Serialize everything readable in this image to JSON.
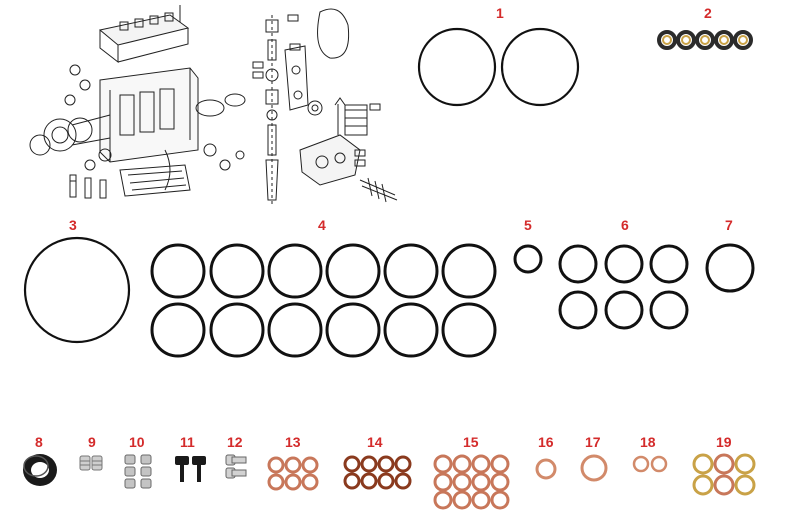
{
  "diagram": {
    "part_numbers": [
      "1",
      "2",
      "3",
      "4",
      "5",
      "6",
      "7",
      "8",
      "9",
      "10",
      "11",
      "12",
      "13",
      "14",
      "15",
      "16",
      "17",
      "18",
      "19"
    ]
  },
  "colors": {
    "label": "#d42b2b",
    "oring": "#111111",
    "copper": "#c8775a",
    "brass": "#c9a247",
    "copper_dark": "#8a3a1e"
  }
}
